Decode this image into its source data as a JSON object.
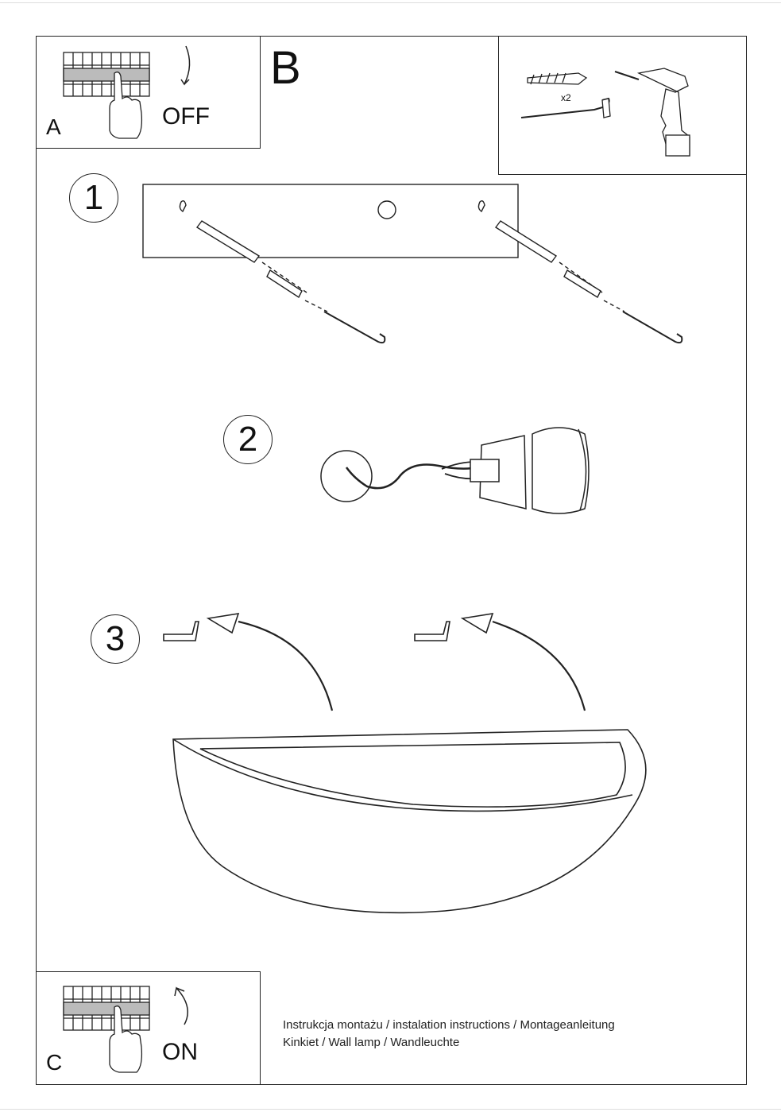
{
  "panel_a": {
    "letter": "A",
    "action": "OFF"
  },
  "panel_b": {
    "letter": "B",
    "quantity": "x2"
  },
  "panel_c": {
    "letter": "C",
    "action": "ON"
  },
  "steps": [
    "1",
    "2",
    "3"
  ],
  "footer": {
    "line1": "Instrukcja montażu / instalation instructions / Montageanleitung",
    "line2": "Kinkiet / Wall lamp / Wandleuchte"
  }
}
